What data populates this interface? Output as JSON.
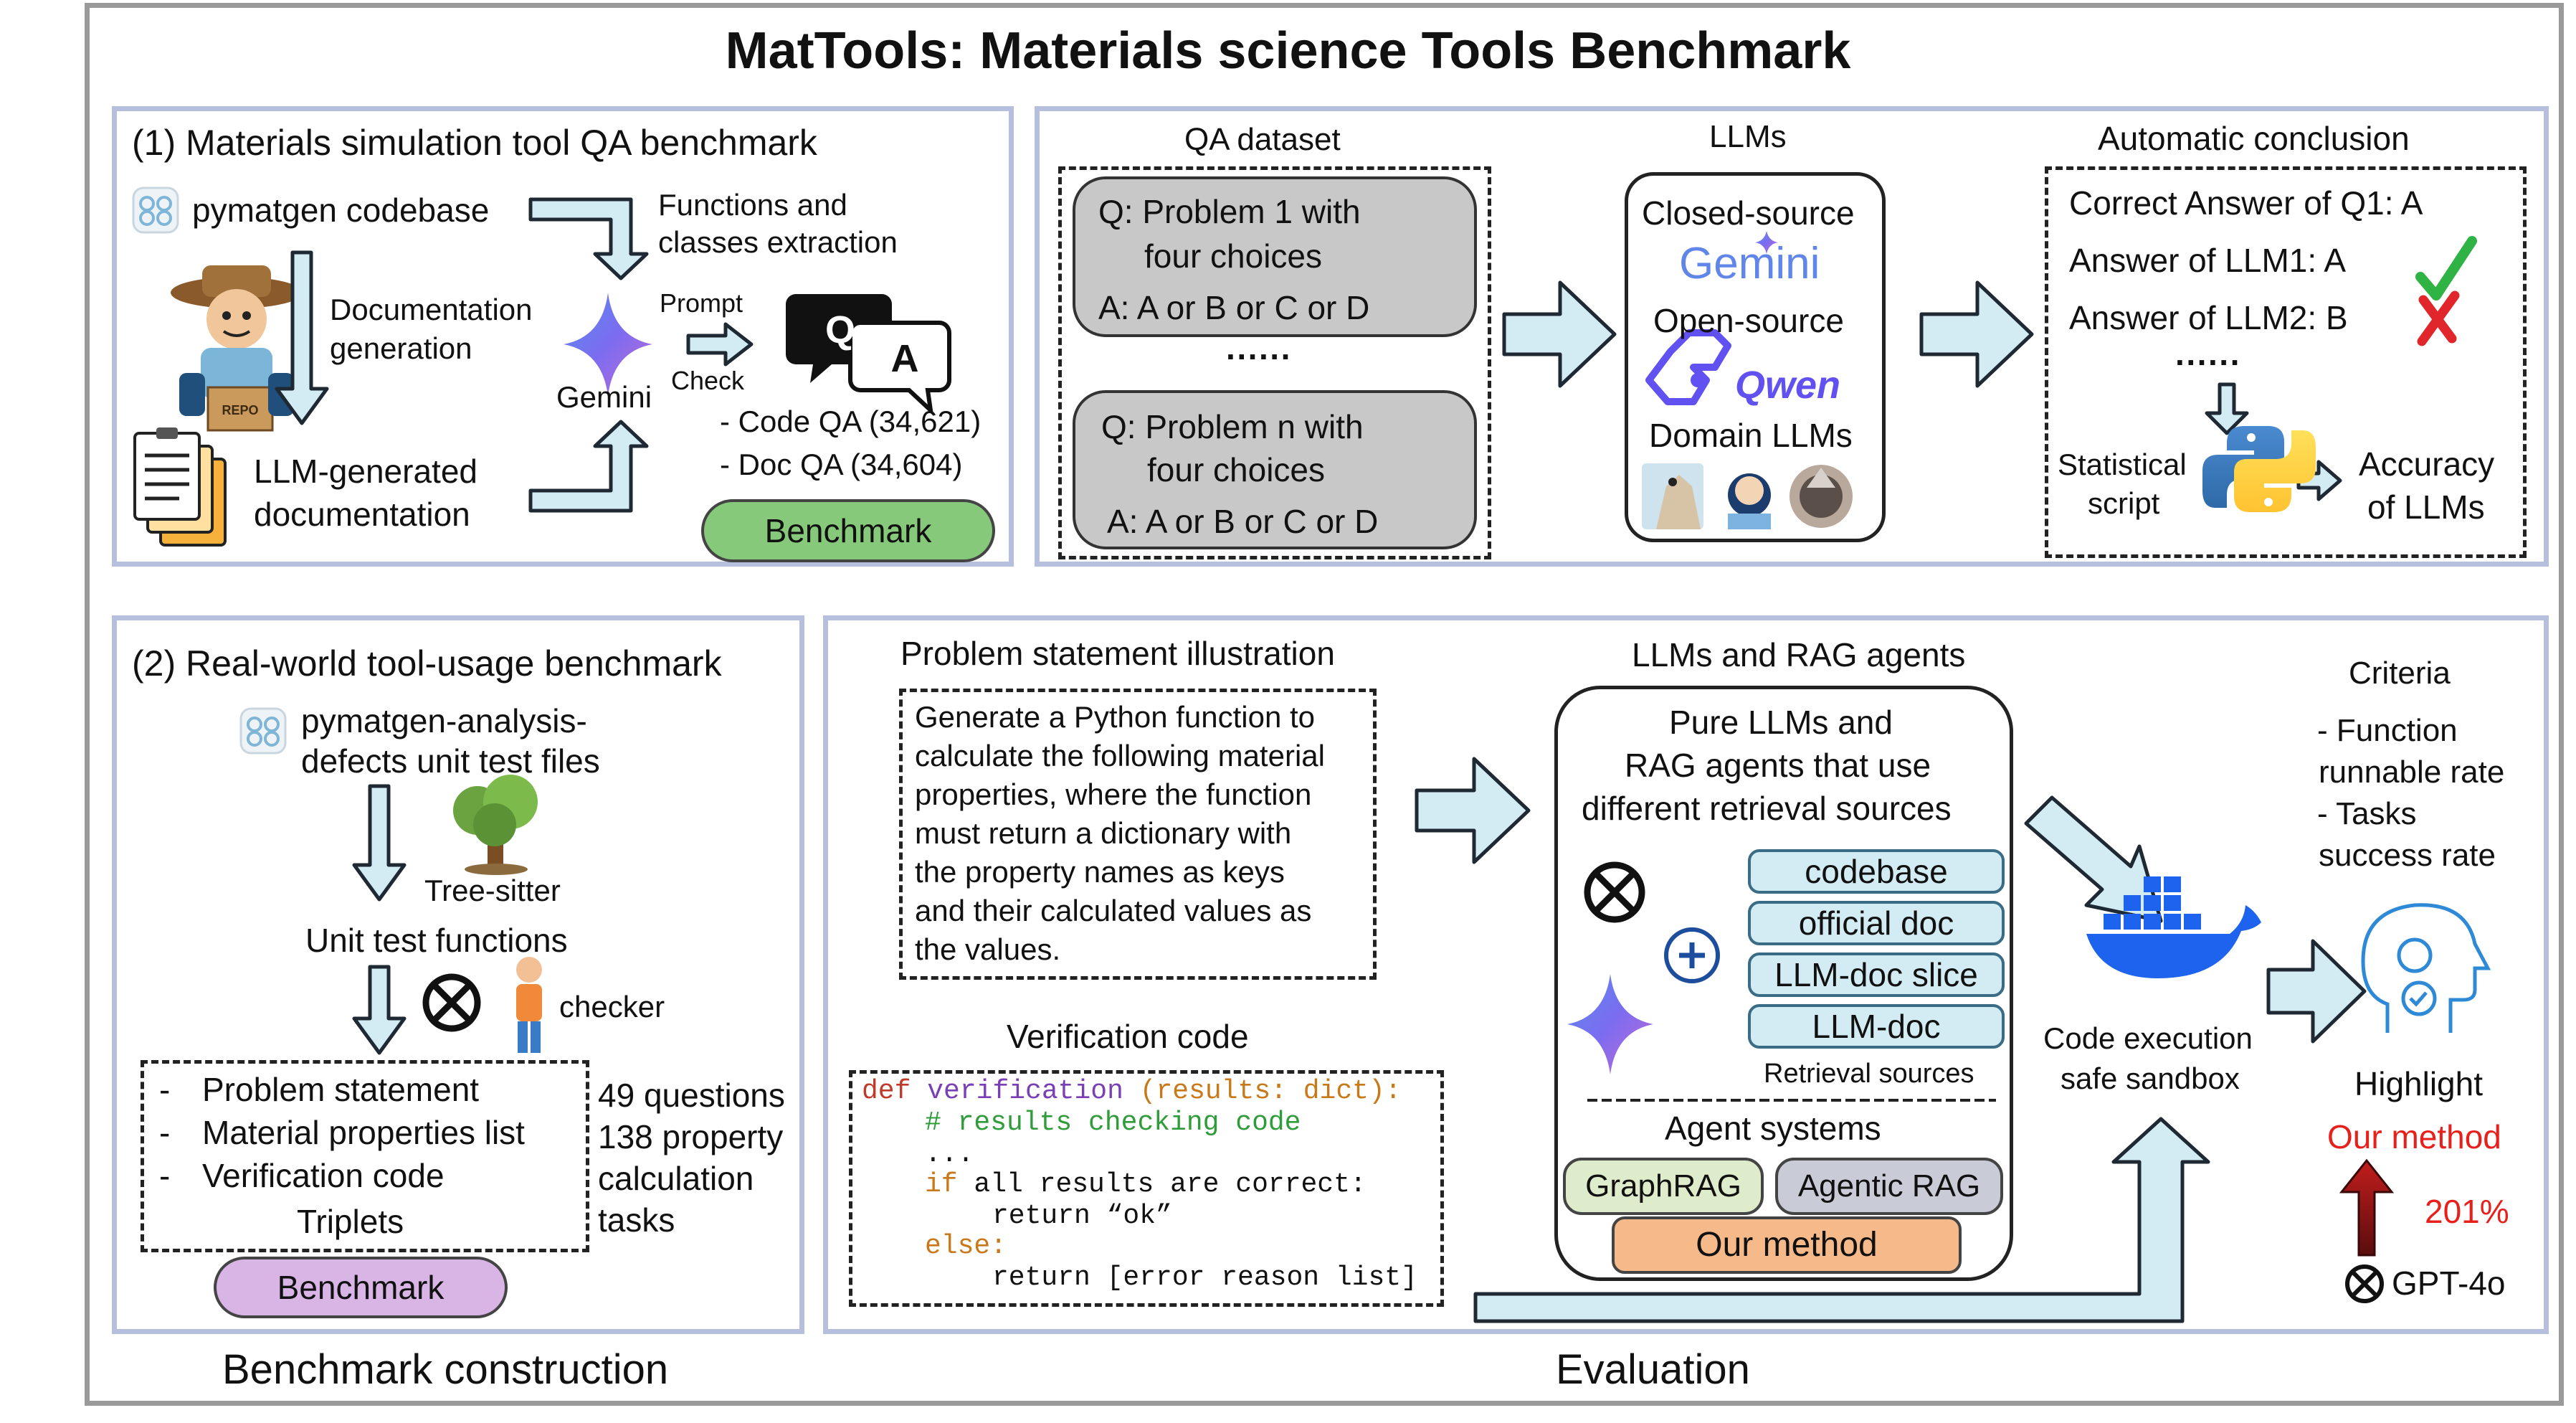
{
  "title": "MatTools: Materials science Tools Benchmark",
  "section1": {
    "heading": "(1) Materials simulation tool QA benchmark",
    "codebase": "pymatgen codebase",
    "doc_generation": [
      "Documentation",
      "generation"
    ],
    "extraction": [
      "Functions and",
      "classes extraction"
    ],
    "prompt": "Prompt",
    "check": "Check",
    "gemini": "Gemini",
    "llm_doc": [
      "LLM-generated",
      "documentation"
    ],
    "code_qa": "- Code QA (34,621)",
    "doc_qa": "- Doc QA (34,604)",
    "benchmark": "Benchmark",
    "qa_icon_q": "Q",
    "qa_icon_a": "A"
  },
  "qa_panel": {
    "qa_dataset": "QA dataset",
    "q1_line1": "Q: Problem 1 with",
    "q1_line2": "four choices",
    "q1_answer": "A: A or B or C or D",
    "ellipsis": "······",
    "qn_line1": "Q: Problem n with",
    "qn_line2": "four choices",
    "qn_answer": "A: A or B or C or D",
    "llms": "LLMs",
    "closed_source": "Closed-source",
    "gemini_logo": "Gemini",
    "open_source": "Open-source",
    "qwen_logo": "Qwen",
    "domain_llms": "Domain LLMs",
    "auto_conclusion": "Automatic conclusion",
    "correct_answer": "Correct Answer of Q1: A",
    "answer_llm1": "Answer of LLM1: A",
    "answer_llm2": "Answer of LLM2: B",
    "statistical_script": [
      "Statistical",
      "script"
    ],
    "accuracy": [
      "Accuracy",
      "of LLMs"
    ]
  },
  "section2": {
    "heading": "(2) Real-world tool-usage benchmark",
    "files": [
      "pymatgen-analysis-",
      "defects unit test files"
    ],
    "tree_sitter": "Tree-sitter",
    "unit_test_functions": "Unit test functions",
    "checker": "checker",
    "triplet_items": [
      "Problem statement",
      "Material properties list",
      "Verification code"
    ],
    "triplets": "Triplets",
    "stats": [
      "49 questions",
      "138 property",
      "calculation",
      "tasks"
    ],
    "benchmark": "Benchmark"
  },
  "evaluation": {
    "problem_title": "Problem statement illustration",
    "problem_lines": [
      "Generate a Python function to",
      "calculate the following material",
      "properties, where the function",
      "must return a dictionary with",
      "the property names as keys",
      "and their calculated values as",
      "the values."
    ],
    "verification_title": "Verification code",
    "code": {
      "l1_def": "def",
      "l1_fn": "verification",
      "l1_args": "(results: dict):",
      "l2": "# results checking code",
      "l3": "...",
      "l4_kw": "if",
      "l4_rest": "all results are correct:",
      "l5": "return “ok”",
      "l6": "else:",
      "l7": "return [error reason list]"
    },
    "rag_title": "LLMs and RAG agents",
    "rag_desc": [
      "Pure LLMs and",
      "RAG agents that use",
      "different retrieval sources"
    ],
    "sources": [
      "codebase",
      "official doc",
      "LLM-doc slice",
      "LLM-doc"
    ],
    "retrieval_sources": "Retrieval sources",
    "agent_systems": "Agent systems",
    "graphrag": "GraphRAG",
    "agentic_rag": "Agentic RAG",
    "our_method_box": "Our method",
    "sandbox": [
      "Code execution",
      "safe sandbox"
    ],
    "criteria": "Criteria",
    "criteria_items": [
      "- Function",
      "runnable rate",
      "- Tasks",
      "success rate"
    ],
    "highlight": "Highlight",
    "our_method": "Our method",
    "improvement": "201%",
    "gpt": "GPT-4o"
  },
  "footer": {
    "left": "Benchmark construction",
    "right": "Evaluation"
  },
  "colors": {
    "panel_border": "#b7bfde",
    "arrow_fill": "#d3ecf4",
    "benchmark_green": "#86c97a",
    "benchmark_purple": "#d9b5e6",
    "our_method_orange": "#f6b98a",
    "highlight_red": "#e8201c",
    "check_green": "#2fb344",
    "cross_red": "#e0262a"
  }
}
